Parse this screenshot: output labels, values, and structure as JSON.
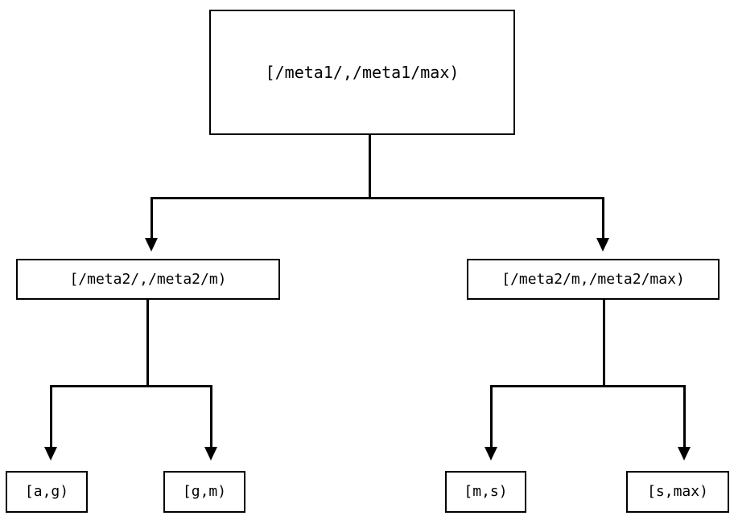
{
  "diagram": {
    "type": "tree",
    "orientation": "top-down",
    "background_color": "#ffffff",
    "line_color": "#000000",
    "text_color": "#000000",
    "nodes": {
      "root": {
        "label": "[/meta1/,/meta1/max)",
        "level": 0
      },
      "mid_left": {
        "label": "[/meta2/,/meta2/m)",
        "level": 1
      },
      "mid_right": {
        "label": "[/meta2/m,/meta2/max)",
        "level": 1
      },
      "leaf_ag": {
        "label": "[a,g)",
        "level": 2
      },
      "leaf_gm": {
        "label": "[g,m)",
        "level": 2
      },
      "leaf_ms": {
        "label": "[m,s)",
        "level": 2
      },
      "leaf_smax": {
        "label": "[s,max)",
        "level": 2
      }
    },
    "edges": [
      {
        "from": "root",
        "to": "mid_left",
        "arrow": "down-triangle"
      },
      {
        "from": "root",
        "to": "mid_right",
        "arrow": "down-triangle"
      },
      {
        "from": "mid_left",
        "to": "leaf_ag",
        "arrow": "down-triangle"
      },
      {
        "from": "mid_left",
        "to": "leaf_gm",
        "arrow": "down-triangle"
      },
      {
        "from": "mid_right",
        "to": "leaf_ms",
        "arrow": "down-triangle"
      },
      {
        "from": "mid_right",
        "to": "leaf_smax",
        "arrow": "down-triangle"
      }
    ]
  }
}
